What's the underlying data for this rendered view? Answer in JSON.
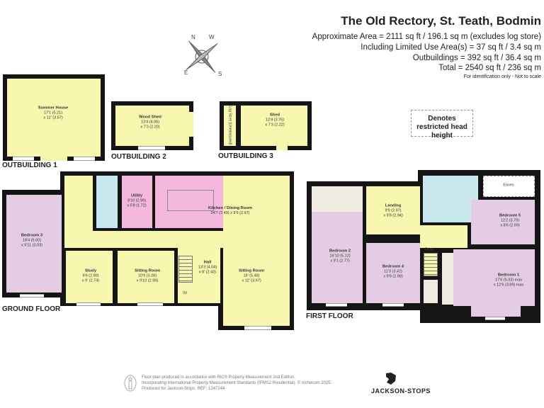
{
  "header": {
    "title": "The Old Rectory, St. Teath, Bodmin",
    "lines": [
      "Approximate Area = 2111 sq ft / 196.1 sq m (excludes log store)",
      "Including Limited Use Area(s) = 37 sq ft / 3.4 sq m",
      "Outbuildings = 392 sq ft / 36.4 sq m",
      "Total = 2540 sq ft / 236 sq m"
    ],
    "note": "For identification only - Not to scale"
  },
  "compass": {
    "labels": [
      "W",
      "S",
      "E",
      "N"
    ]
  },
  "legend": {
    "restricted": "Denotes restricted head height"
  },
  "sections": {
    "ob1": "OUTBUILDING 1",
    "ob2": "OUTBUILDING 2",
    "ob3": "OUTBUILDING 3",
    "ground": "GROUND FLOOR",
    "first": "FIRST FLOOR"
  },
  "rooms": {
    "summer": {
      "name": "Summer House",
      "d1": "17'1 (5.21)",
      "d2": "x 12' (3.67)"
    },
    "wood": {
      "name": "Wood Shed",
      "d1": "13'4 (4.06)",
      "d2": "x 7'3 (2.20)"
    },
    "log": {
      "name": "Log Store",
      "d1": "(Unmeasured)"
    },
    "shed": {
      "name": "Shed",
      "d1": "12'4 (3.76)",
      "d2": "x 7'3 (2.22)"
    },
    "bed3": {
      "name": "Bedroom 3",
      "d1": "18'4 (5.60)",
      "d2": "x 9'11 (3.03)"
    },
    "utility": {
      "name": "Utility",
      "d1": "9'10 (2.99)",
      "d2": "x 5'8 (1.72)"
    },
    "kitchen": {
      "name": "Kitchen / Dining Room",
      "d1": "24'7 (7.49) x 9'9 (2.97)"
    },
    "study": {
      "name": "Study",
      "d1": "9'6 (2.90)",
      "d2": "x 9' (2.74)"
    },
    "sitting1": {
      "name": "Sitting Room",
      "d1": "10'9 (3.28)",
      "d2": "x 9'10 (2.99)"
    },
    "hall": {
      "name": "Hall",
      "d1": "13'3 (4.04)",
      "d2": "x 8' (2.43)",
      "up": "Up"
    },
    "sitting2": {
      "name": "Sitting Room",
      "d1": "18' (5.48)",
      "d2": "x 12' (3.67)"
    },
    "landing": {
      "name": "Landing",
      "d1": "9'9 (2.97)",
      "d2": "x 9'8 (2.94)"
    },
    "bed2": {
      "name": "Bedroom 2",
      "d1": "16'10 (5.12)",
      "d2": "x 9'1 (2.77)"
    },
    "bed4": {
      "name": "Bedroom 4",
      "d1": "11'3 (3.42)",
      "d2": "x 9'9 (2.98)"
    },
    "bed5": {
      "name": "Bedroom 5",
      "d1": "12'2 (3.70)",
      "d2": "x 8'6 (2.59)"
    },
    "bed1": {
      "name": "Bedroom 1",
      "d1": "17'6 (5.33) max",
      "d2": "x 12'9 (3.89) max"
    },
    "eaves": {
      "name": "Eaves"
    },
    "down": "Down"
  },
  "footer": {
    "lines": [
      "Floor plan produced in accordance with RICS Property Measurement 2nd Edition,",
      "Incorporating International Property Measurement Standards (IPMS2 Residential).  © nichecom 2025.",
      "Produced for Jackson-Stops.   REF: 1247244"
    ],
    "brand": "JACKSON-STOPS"
  }
}
